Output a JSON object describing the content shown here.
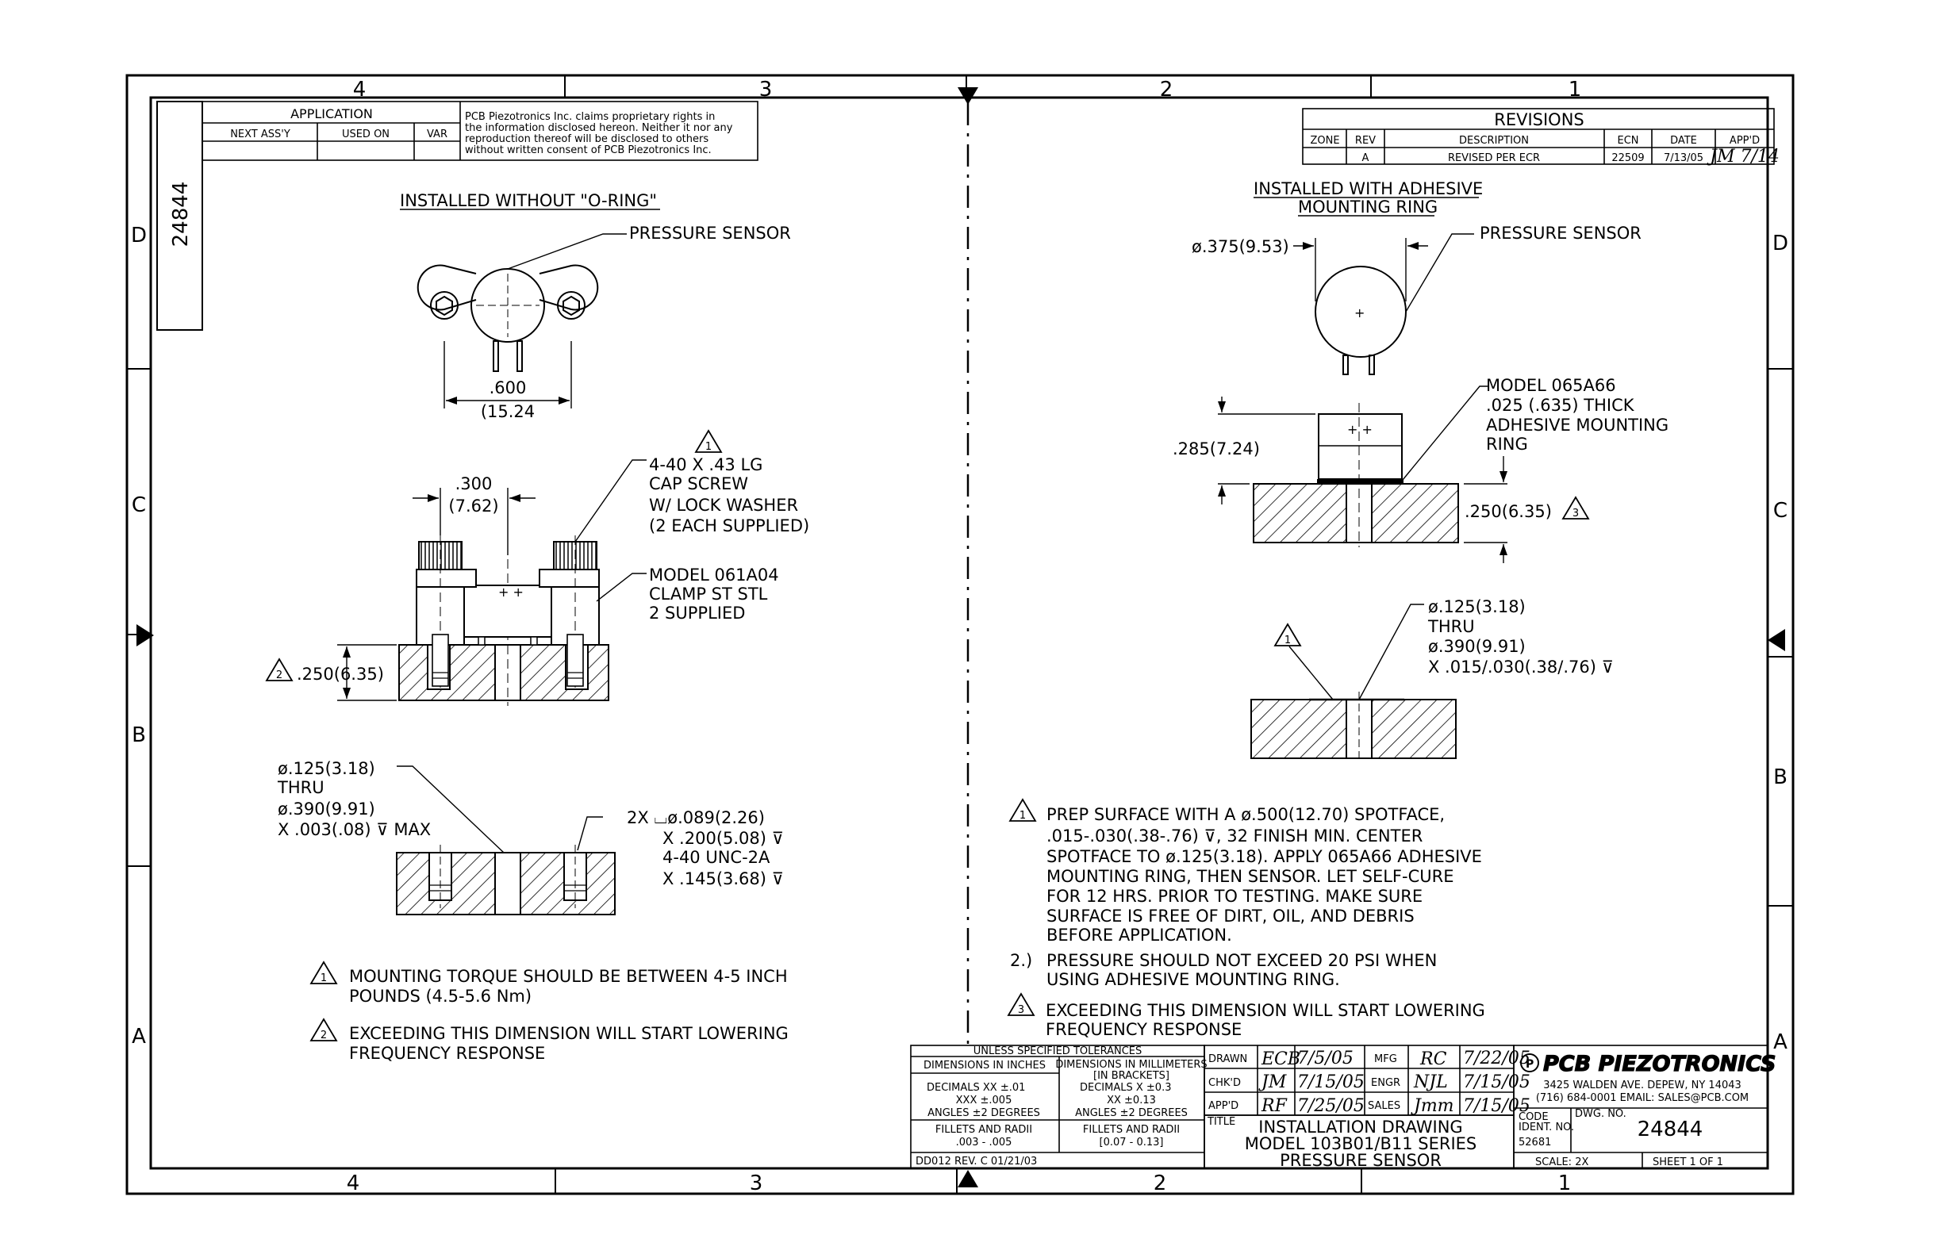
{
  "border": {
    "zones_top": [
      "4",
      "3",
      "2",
      "1"
    ],
    "zones_bottom": [
      "4",
      "3",
      "2",
      "1"
    ],
    "rows_left": [
      "D",
      "C",
      "B",
      "A"
    ],
    "rows_right": [
      "D",
      "C",
      "B",
      "A"
    ]
  },
  "side_dwg_no": "24844",
  "application": {
    "header": "APPLICATION",
    "col1": "NEXT ASS'Y",
    "col2": "USED ON",
    "col3": "VAR",
    "proprietary": [
      "PCB Piezotronics Inc. claims proprietary rights in",
      "the information disclosed hereon. Neither it nor any",
      "reproduction thereof will be disclosed to others",
      "without written consent of PCB Piezotronics Inc."
    ]
  },
  "revisions": {
    "title": "REVISIONS",
    "headers": [
      "ZONE",
      "REV",
      "DESCRIPTION",
      "ECN",
      "DATE",
      "APP'D"
    ],
    "row": [
      "",
      "A",
      "REVISED PER ECR",
      "22509",
      "7/13/05",
      "JM 7/14"
    ]
  },
  "left": {
    "title1": "INSTALLED WITHOUT \"O-RING\"",
    "pressure_sensor": "PRESSURE SENSOR",
    "dim600": ".600",
    "dim600mm": "(15.24",
    "tri1": "1",
    "cap_screw": [
      "4-40 X .43 LG",
      "CAP SCREW",
      "W/ LOCK WASHER",
      "(2 EACH SUPPLIED)"
    ],
    "dim300": ".300",
    "dim300mm": "(7.62)",
    "clamp": [
      "MODEL 061A04",
      "CLAMP ST STL",
      "2 SUPPLIED"
    ],
    "tri2": "2",
    "dim250": ".250(6.35)",
    "hole": [
      "ø.125(3.18)",
      "THRU",
      "ø.390(9.91)",
      "X .003(.08) ⊽ MAX"
    ],
    "tap": [
      "2X ⌴ø.089(2.26)",
      "X .200(5.08) ⊽",
      "4-40 UNC-2A",
      "X .145(3.68) ⊽"
    ],
    "note1": [
      "MOUNTING TORQUE SHOULD BE BETWEEN 4-5 INCH",
      "POUNDS (4.5-5.6 Nm)"
    ],
    "note2": [
      "EXCEEDING THIS DIMENSION WILL START LOWERING",
      "FREQUENCY RESPONSE"
    ]
  },
  "right": {
    "title1": "INSTALLED WITH ADHESIVE",
    "title2": "MOUNTING RING",
    "dia375": "ø.375(9.53)",
    "pressure_sensor": "PRESSURE SENSOR",
    "model": [
      "MODEL 065A66",
      ".025 (.635) THICK",
      "ADHESIVE MOUNTING",
      "RING"
    ],
    "dim285": ".285(7.24)",
    "dim250": ".250(6.35)",
    "tri3": "3",
    "hole": [
      "ø.125(3.18)",
      "THRU",
      "ø.390(9.91)",
      "X .015/.030(.38/.76) ⊽"
    ],
    "tri1": "1",
    "note1": [
      "PREP SURFACE WITH A ø.500(12.70) SPOTFACE,",
      ".015-.030(.38-.76) ⊽, 32 FINISH MIN. CENTER",
      "SPOTFACE TO ø.125(3.18). APPLY 065A66 ADHESIVE",
      "MOUNTING RING, THEN SENSOR. LET SELF-CURE",
      "FOR 12 HRS. PRIOR TO TESTING. MAKE SURE",
      "SURFACE IS FREE OF DIRT, OIL, AND DEBRIS",
      "BEFORE APPLICATION."
    ],
    "note2_num": "2.)",
    "note2": [
      "PRESSURE SHOULD NOT EXCEED 20 PSI WHEN",
      "USING ADHESIVE MOUNTING RING."
    ],
    "note3": [
      "EXCEEDING THIS DIMENSION WILL START LOWERING",
      "FREQUENCY RESPONSE"
    ]
  },
  "tolerances": {
    "header": "UNLESS SPECIFIED TOLERANCES",
    "inch_head": "DIMENSIONS IN INCHES",
    "mm_head": "DIMENSIONS IN MILLIMETERS",
    "mm_sub": "[IN BRACKETS]",
    "inch": [
      "DECIMALS  XX ±.01",
      "XXX ±.005",
      "ANGLES ±2 DEGREES"
    ],
    "mm": [
      "DECIMALS  X ±0.3",
      "XX ±0.13",
      "ANGLES ±2 DEGREES"
    ],
    "fillet_label": "FILLETS AND RADII",
    "fillet_inch": ".003 - .005",
    "fillet_mm": "[0.07 - 0.13]",
    "form": "DD012 REV. C 01/21/03"
  },
  "signoff": {
    "drawn": "DRAWN",
    "drawn_by": "ECB",
    "drawn_date": "7/5/05",
    "mfg": "MFG",
    "mfg_by": "RC",
    "mfg_date": "7/22/05",
    "chkd": "CHK'D",
    "chkd_by": "JM",
    "chkd_date": "7/15/05",
    "engr": "ENGR",
    "engr_by": "NJL",
    "engr_date": "7/15/05",
    "appd": "APP'D",
    "appd_by": "RF",
    "appd_date": "7/25/05",
    "sales": "SALES",
    "sales_by": "Jmm",
    "sales_date": "7/15/05"
  },
  "title_block": {
    "title_label": "TITLE",
    "title": [
      "INSTALLATION DRAWING",
      "MODEL 103B01/B11 SERIES",
      "PRESSURE SENSOR"
    ],
    "company": "PCB PIEZOTRONICS",
    "address": "3425 WALDEN AVE. DEPEW, NY 14043",
    "phone": "(716) 684-0001  EMAIL: SALES@PCB.COM",
    "code_label": [
      "CODE",
      "IDENT. NO."
    ],
    "code": "52681",
    "dwg_label": "DWG. NO.",
    "dwg_no": "24844",
    "scale": "SCALE:  2X",
    "sheet": "SHEET 1 OF 1"
  }
}
